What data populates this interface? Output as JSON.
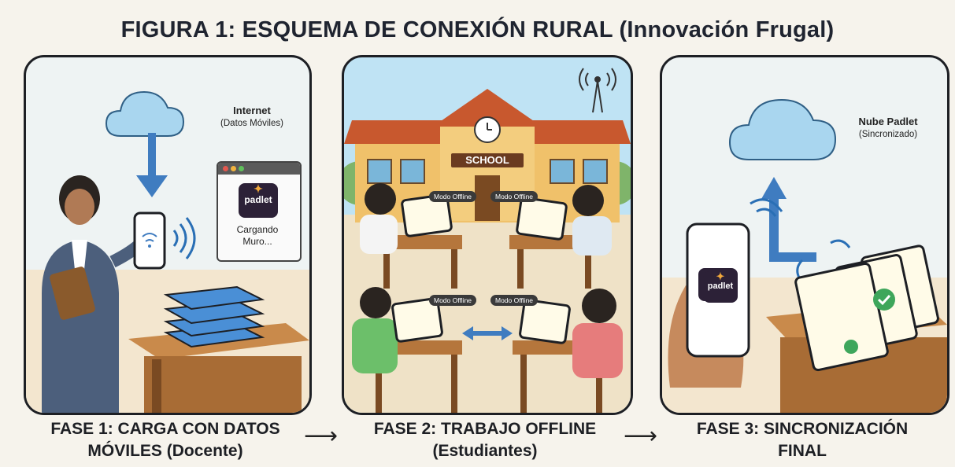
{
  "title": "FIGURA 1: ESQUEMA DE CONEXIÓN RURAL (Innovación Frugal)",
  "panel1": {
    "cloud_label_title": "Internet",
    "cloud_label_sub": "(Datos Móviles)",
    "app_logo": "padlet",
    "loading_text_1": "Cargando",
    "loading_text_2": "Muro..."
  },
  "panel2": {
    "school_sign": "SCHOOL",
    "offline_tag": "Modo Offline"
  },
  "panel3": {
    "cloud_label_title": "Nube Padlet",
    "cloud_label_sub": "(Sincronizado)",
    "app_logo": "padlet"
  },
  "phases": [
    {
      "line1": "FASE 1: CARGA CON DATOS",
      "line2": "MÓVILES (Docente)"
    },
    {
      "line1": "FASE 2: TRABAJO OFFLINE",
      "line2": "(Estudiantes)"
    },
    {
      "line1": "FASE 3: SINCRONIZACIÓN",
      "line2": "FINAL"
    }
  ],
  "arrow_glyph": "⟶",
  "colors": {
    "cloud": "#a9d6ef",
    "arrow": "#3f7cc0",
    "desk": "#b5763c",
    "tablet": "#4a8fd6"
  }
}
